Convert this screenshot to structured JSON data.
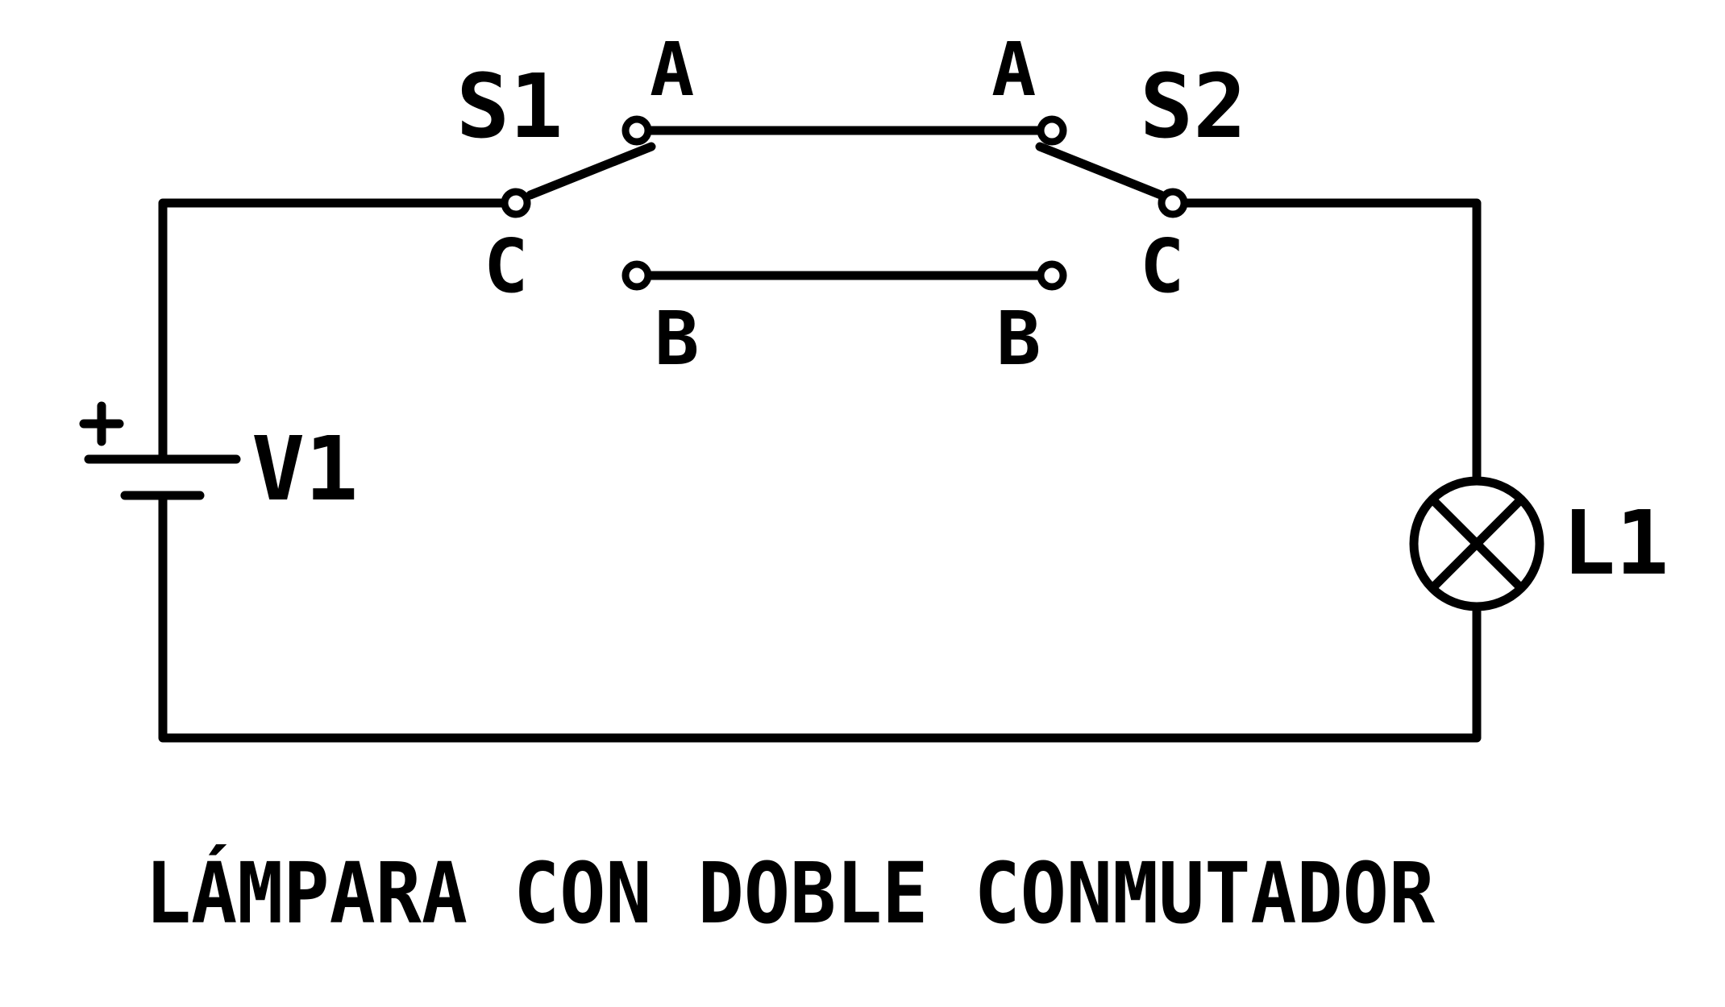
{
  "diagram": {
    "title": "LÁMPARA CON DOBLE CONMUTADOR",
    "components": {
      "battery": {
        "ref": "V1",
        "polarity": "+"
      },
      "switch_1": {
        "ref": "S1",
        "terminal_a": "A",
        "terminal_b": "B",
        "terminal_c": "C"
      },
      "switch_2": {
        "ref": "S2",
        "terminal_a": "A",
        "terminal_b": "B",
        "terminal_c": "C"
      },
      "lamp": {
        "ref": "L1"
      }
    },
    "colors": {
      "stroke": "#000000",
      "background": "#ffffff"
    }
  }
}
